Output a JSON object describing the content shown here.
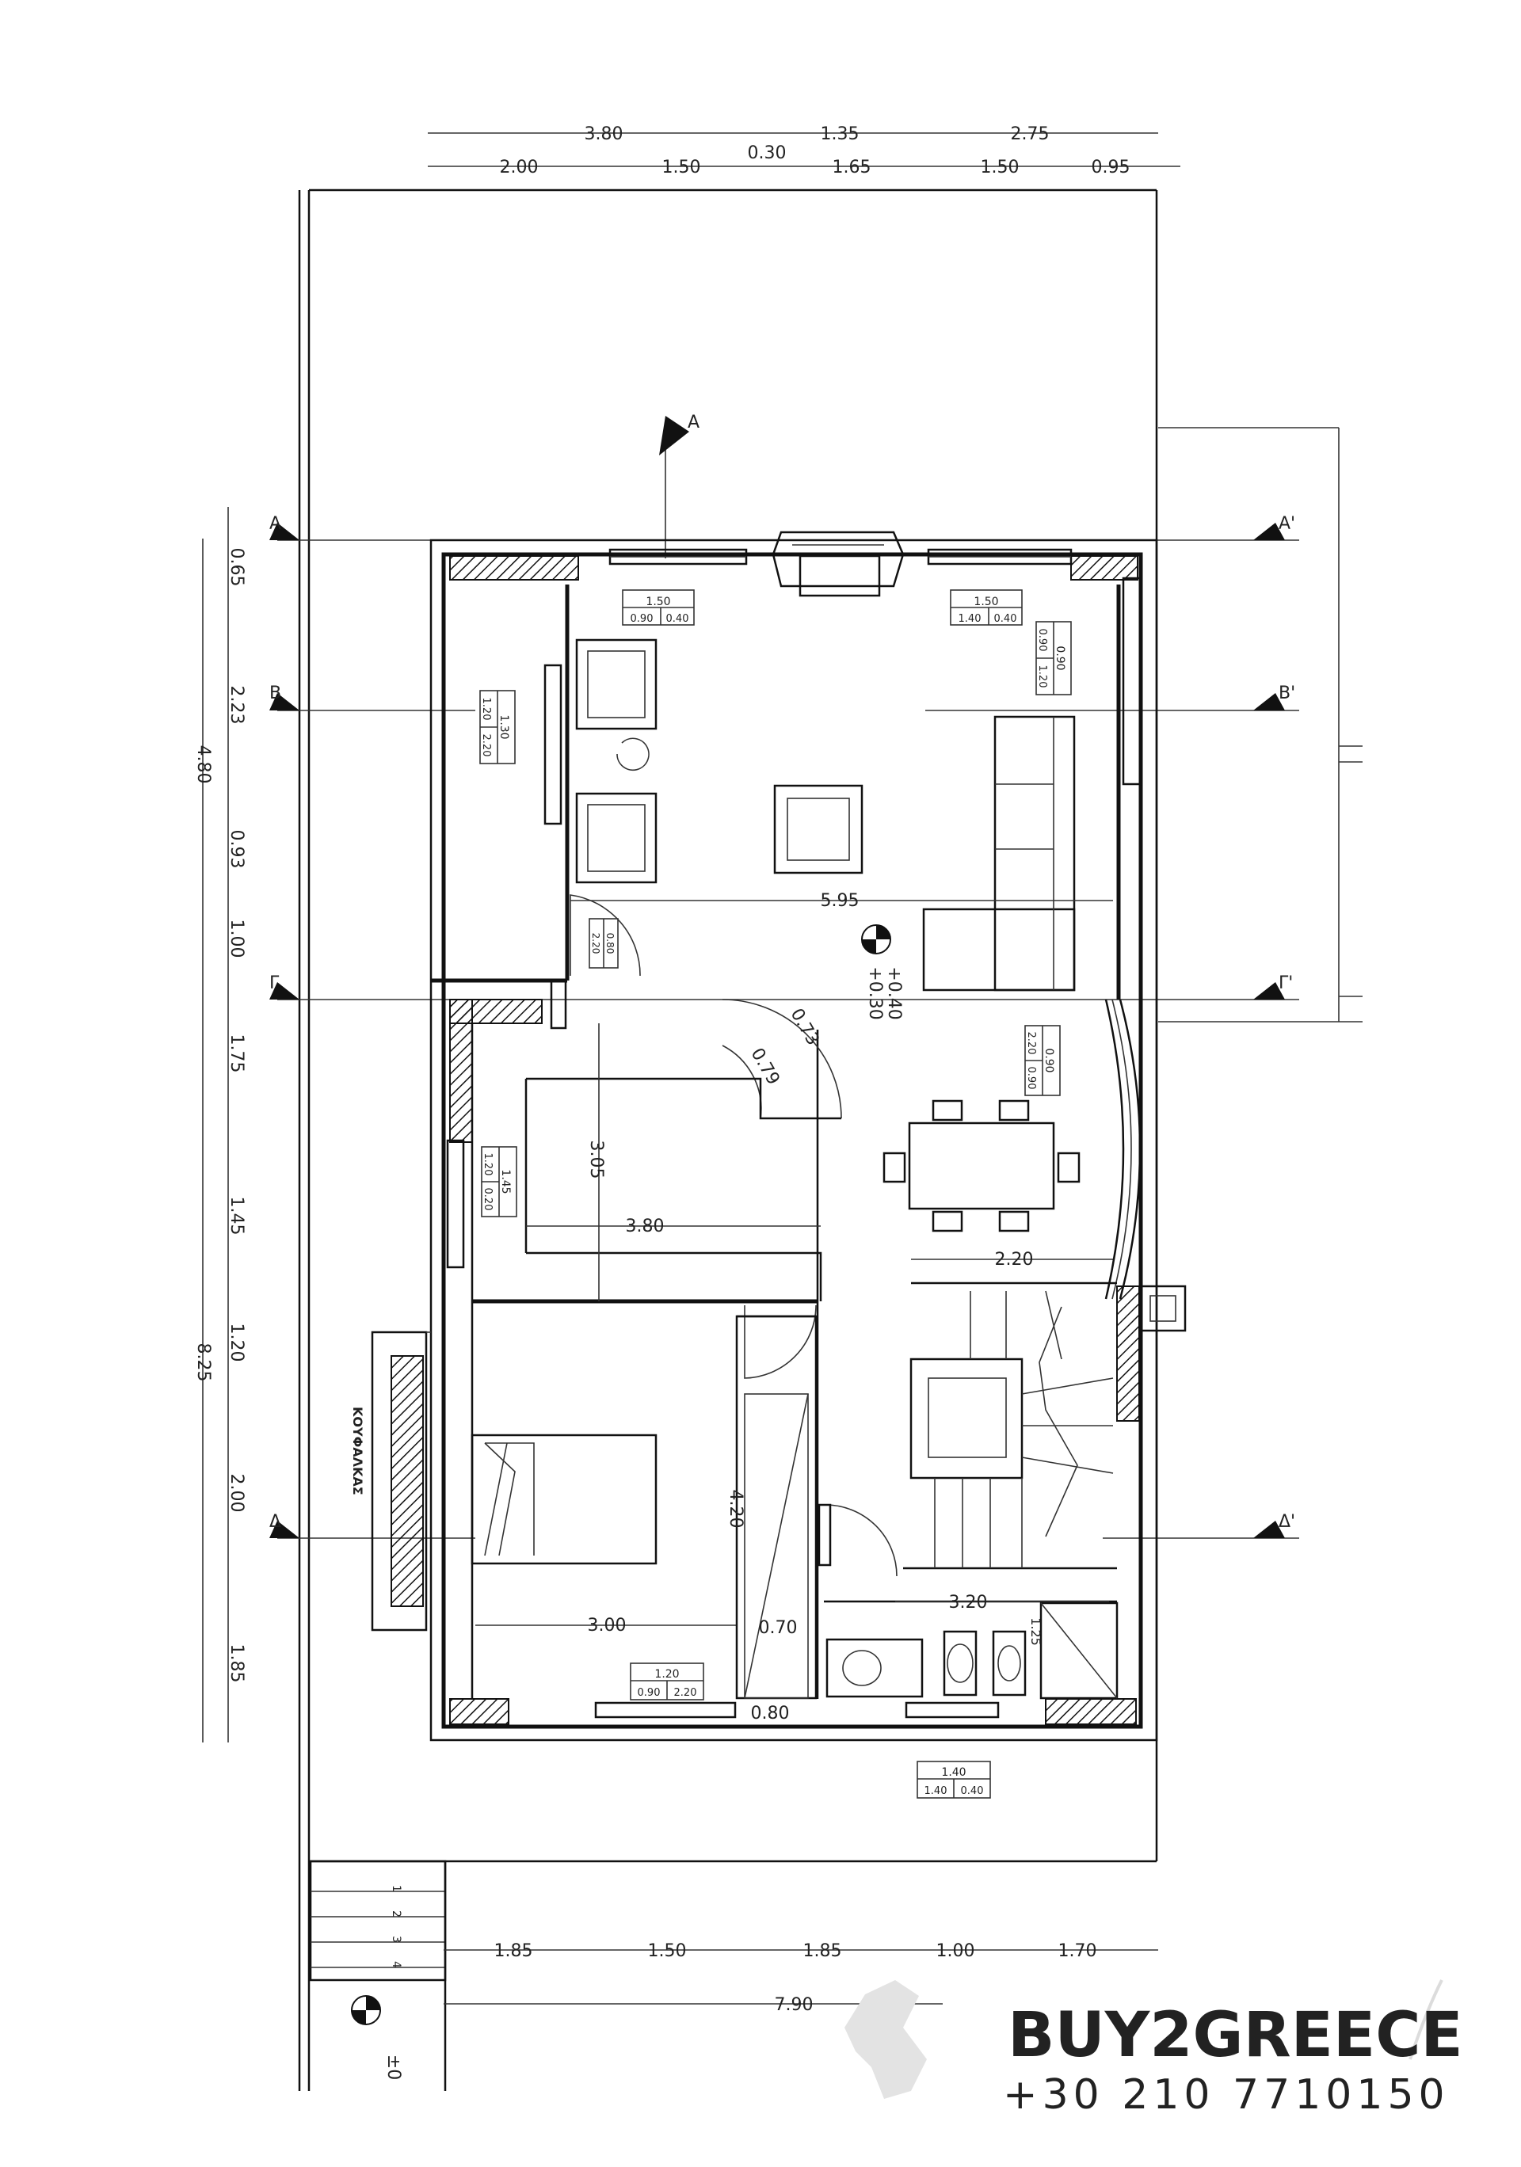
{
  "top_dims_row1": [
    "3.80",
    "1.35",
    "2.75"
  ],
  "top_dims_row2": [
    "2.00",
    "1.50",
    "0.30",
    "1.65",
    "1.50",
    "0.95"
  ],
  "left_dims_inner": [
    "0.65",
    "2.23",
    "0.93",
    "1.00",
    "1.75",
    "1.45",
    "1.20",
    "2.00",
    "1.85"
  ],
  "left_dims_outer": [
    "4.80",
    "8.25"
  ],
  "bottom_dims_row1": [
    "1.85",
    "1.50",
    "1.85",
    "1.00",
    "1.70"
  ],
  "bottom_dims_total": "7.90",
  "section_marks": {
    "a_top": "A",
    "left": [
      "Α",
      "Β",
      "Γ",
      "Δ"
    ],
    "right": [
      "Α'",
      "Β'",
      "Γ'",
      "Δ'"
    ]
  },
  "room_dims": {
    "living_width": "5.95",
    "kitchen_width": "3.80",
    "kitchen_height": "3.05",
    "dining_width": "2.20",
    "bedroom_width": "3.00",
    "bedroom_height": "4.20",
    "wardrobe_width": "0.70",
    "hall_width": "3.20",
    "door_width": "0.80",
    "bath_height": "1.25",
    "arc_1": "0.73",
    "arc_2": "0.79"
  },
  "levels": {
    "main": "+0.40",
    "main_sub": "+0.30",
    "entry": "±0"
  },
  "stair_steps": [
    "1",
    "2",
    "3",
    "4"
  ],
  "window_tags": {
    "top_left": {
      "w": "1.50",
      "s1": "0.90",
      "s2": "0.40"
    },
    "top_right": {
      "w": "1.50",
      "s1": "1.40",
      "s2": "0.40"
    },
    "right_upper": {
      "w": "0.90",
      "s1": "0.90",
      "s2": "1.20"
    },
    "left_living": {
      "w": "1.30",
      "s1": "1.20",
      "s2": "2.20"
    },
    "door_living": {
      "w": "0.80",
      "s1": "2.20"
    },
    "right_dining": {
      "w": "0.90",
      "s1": "2.20",
      "s2": "0.90"
    },
    "kitchen_left": {
      "w": "1.45",
      "s1": "1.20",
      "s2": "0.20"
    },
    "bedroom_bottom": {
      "w": "1.20",
      "s1": "0.90",
      "s2": "2.20"
    },
    "bottom_outside": {
      "w": "1.40",
      "s1": "1.40",
      "s2": "0.40"
    }
  },
  "balcony_label": "ΚΟΥΦΑΛΚΑΣ",
  "watermark": {
    "brand": "BUY2GREECE",
    "phone": "+30 210 7710150",
    "brand_color": "#d6d6d6"
  }
}
